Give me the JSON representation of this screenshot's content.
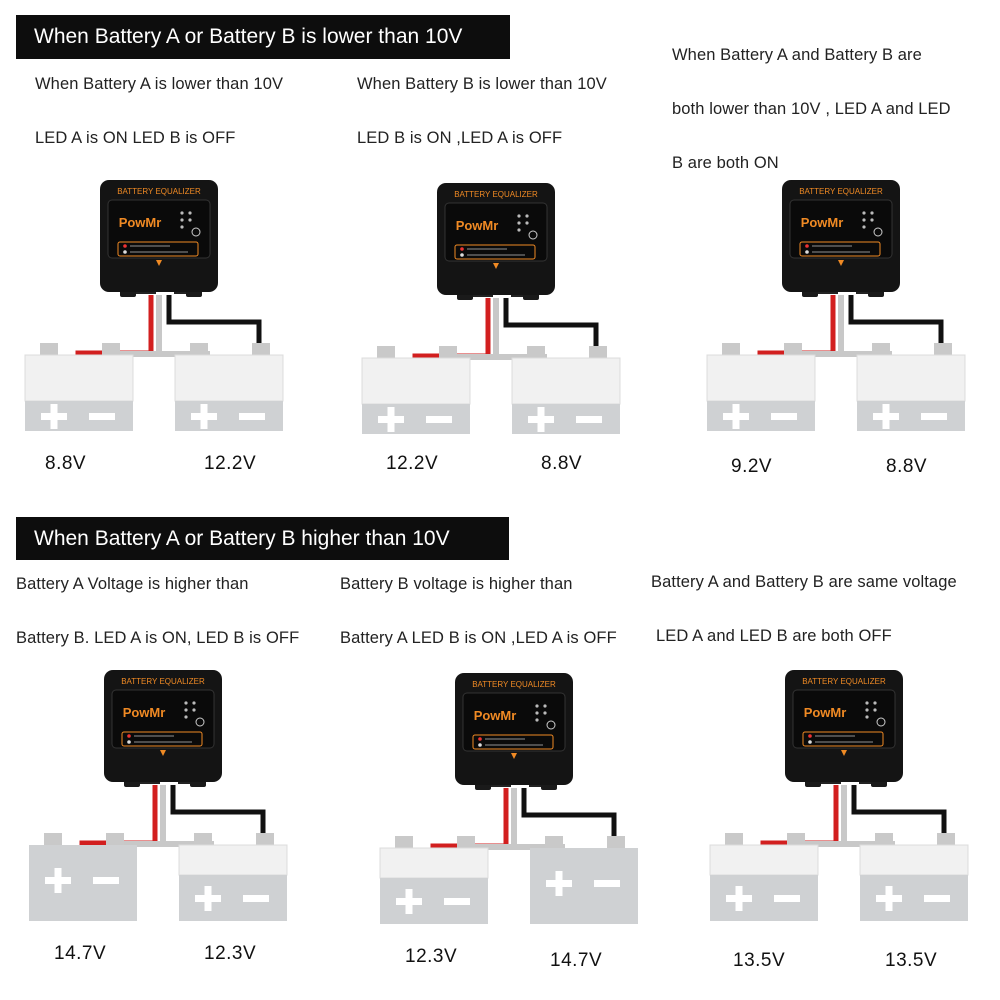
{
  "top_banner": "When Battery A or Battery B is lower than 10V",
  "bottom_banner": "When Battery A or Battery B higher than 10V",
  "device": {
    "header": "BATTERY EQUALIZER",
    "brand": "PowMr"
  },
  "scenarios": [
    {
      "lines": [
        "When Battery A is lower than 10V",
        "LED A is ON  LED B is OFF"
      ],
      "battery_a": "8.8V",
      "battery_b": "12.2V"
    },
    {
      "lines": [
        "When Battery B is lower than 10V",
        "LED B is ON ,LED A is OFF"
      ],
      "battery_a": "12.2V",
      "battery_b": "8.8V"
    },
    {
      "lines": [
        "When Battery A and Battery B are",
        "both lower than 10V ,  LED A and LED",
        "B are both ON"
      ],
      "battery_a": "9.2V",
      "battery_b": "8.8V"
    },
    {
      "lines": [
        "Battery A Voltage is higher than",
        "Battery B. LED A is ON, LED B is OFF"
      ],
      "battery_a": "14.7V",
      "battery_b": "12.3V"
    },
    {
      "lines": [
        "Battery B voltage is higher than",
        "Battery A LED B is ON ,LED A is OFF"
      ],
      "battery_a": "12.3V",
      "battery_b": "14.7V"
    },
    {
      "lines": [
        "Battery A and Battery B are same voltage",
        "LED A and LED B are both OFF"
      ],
      "battery_a": "13.5V",
      "battery_b": "13.5V"
    }
  ],
  "colors": {
    "positive_wire": "#d21f1f",
    "negative_wire": "#111111",
    "center_wire": "#c8c8c8",
    "battery_body": "#f1f1f1",
    "battery_band": "#cfd1d3",
    "device_body": "#141414",
    "accent": "#f08a24"
  }
}
